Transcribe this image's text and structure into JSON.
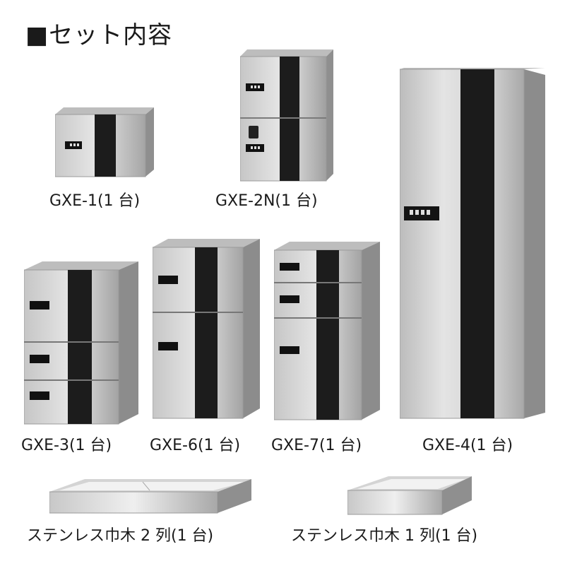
{
  "page": {
    "title": "■セット内容"
  },
  "products": [
    {
      "name": "GXE-1(1 台)"
    },
    {
      "name": "GXE-2N(1 台)"
    },
    {
      "name": "GXE-3(1 台)"
    },
    {
      "name": "GXE-6(1 台)"
    },
    {
      "name": "GXE-7(1 台)"
    },
    {
      "name": "GXE-4(1 台)"
    },
    {
      "name": "ステンレス巾木 2 列(1 台)"
    },
    {
      "name": "ステンレス巾木 1 列(1 台)"
    }
  ],
  "colors": {
    "steel_light": "#d9d9d9",
    "steel_dark": "#8a8a8a",
    "panel_black": "#1a1a1a"
  }
}
